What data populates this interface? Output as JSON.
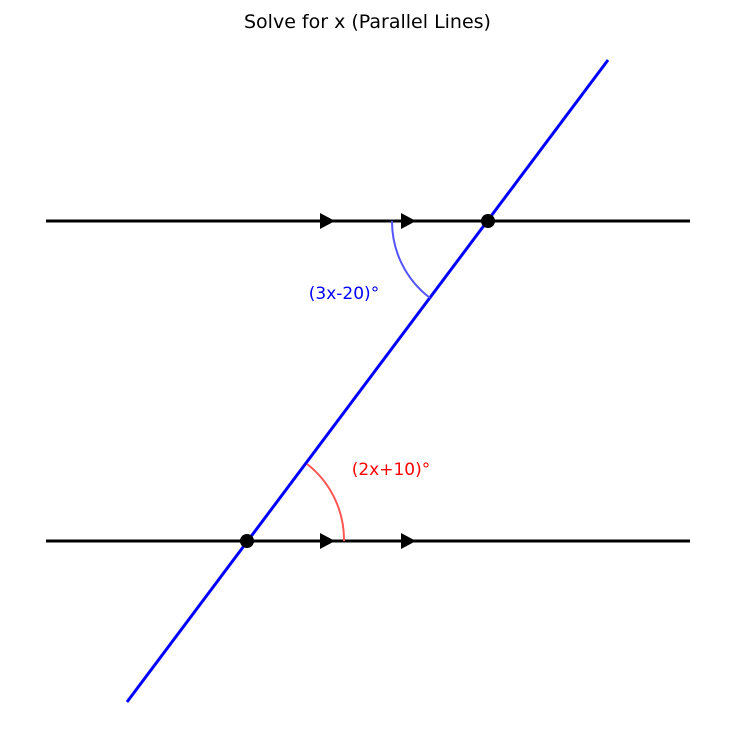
{
  "title": "Solve for x (Parallel Lines)",
  "angles": {
    "upper": {
      "label": "(3x-20)°",
      "color": "#0000ff",
      "arc_color": "#5555ff"
    },
    "lower": {
      "label": "(2x+10)°",
      "color": "#ff0000",
      "arc_color": "#ff5555"
    }
  },
  "colors": {
    "parallel_line": "#000000",
    "transversal": "#0000ff",
    "intersection_point": "#000000",
    "arrow_marker": "#000000"
  }
}
